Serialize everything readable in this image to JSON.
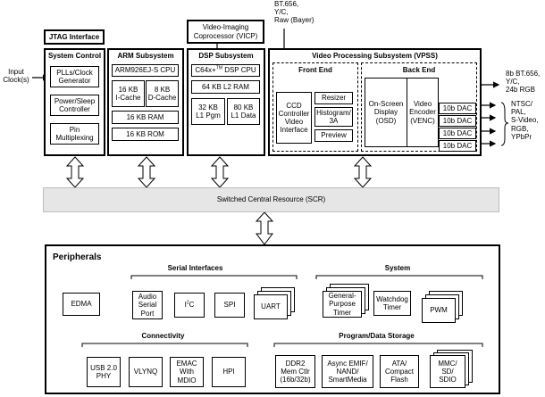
{
  "top_inputs": {
    "bt656_in": "BT.656,",
    "yc_in": "Y/C,",
    "raw_in": "Raw (Bayer)",
    "input_clock_1": "Input",
    "input_clock_2": "Clock(s)"
  },
  "jtag": "JTAG Interface",
  "system_control": {
    "title": "System Control",
    "pll_1": "PLLs/Clock",
    "pll_2": "Generator",
    "power_1": "Power/Sleep",
    "power_2": "Controller",
    "pin_1": "Pin",
    "pin_2": "Multiplexing"
  },
  "arm": {
    "title": "ARM Subsystem",
    "cpu": "ARM926EJ-S CPU",
    "icache_1": "16 KB",
    "icache_2": "I-Cache",
    "dcache_1": "8 KB",
    "dcache_2": "D-Cache",
    "ram": "16 KB RAM",
    "rom": "16 KB ROM"
  },
  "vicp": {
    "line1": "Video-Imaging",
    "line2": "Coprocessor (VICP)"
  },
  "dsp": {
    "title": "DSP Subsystem",
    "cpu_a": "C64x+",
    "cpu_tm": "TM",
    "cpu_b": " DSP CPU",
    "l2": "64 KB L2 RAM",
    "l1p_1": "32 KB",
    "l1p_2": "L1 Pgm",
    "l1d_1": "80 KB",
    "l1d_2": "L1 Data"
  },
  "vpss": {
    "title": "Video Processing Subsystem (VPSS)",
    "front_end": "Front End",
    "back_end": "Back End",
    "ccd_1": "CCD",
    "ccd_2": "Controller",
    "ccd_3": "Video",
    "ccd_4": "Interface",
    "resizer": "Resizer",
    "hist_1": "Histogram/",
    "hist_2": "3A",
    "preview": "Preview",
    "osd_1": "On-Screen",
    "osd_2": "Display",
    "osd_3": "(OSD)",
    "venc_1": "Video",
    "venc_2": "Encoder",
    "venc_3": "(VENC)",
    "dac": "10b DAC"
  },
  "outputs": {
    "digital_1": "8b BT.656,",
    "digital_2": "Y/C,",
    "digital_3": "24b RGB",
    "analog_1": "NTSC/",
    "analog_2": "PAL,",
    "analog_3": "S-Video,",
    "analog_4": "RGB,",
    "analog_5": "YPbPr"
  },
  "scr": "Switched Central Resource (SCR)",
  "peripherals": {
    "title": "Peripherals",
    "edma": "EDMA",
    "serial_title": "Serial Interfaces",
    "audio_1": "Audio",
    "audio_2": "Serial",
    "audio_3": "Port",
    "i2c_a": "I",
    "i2c_sup": "2",
    "i2c_b": "C",
    "spi": "SPI",
    "uart": "UART",
    "system_title": "System",
    "gpt_1": "General-",
    "gpt_2": "Purpose",
    "gpt_3": "Timer",
    "wdt_1": "Watchdog",
    "wdt_2": "Timer",
    "pwm": "PWM",
    "conn_title": "Connectivity",
    "usb_1": "USB 2.0",
    "usb_2": "PHY",
    "vlynq": "VLYNQ",
    "emac_1": "EMAC",
    "emac_2": "With",
    "emac_3": "MDIO",
    "hpi": "HPI",
    "storage_title": "Program/Data Storage",
    "ddr_1": "DDR2",
    "ddr_2": "Mem Ctlr",
    "ddr_3": "(16b/32b)",
    "emif_1": "Async EMIF/",
    "emif_2": "NAND/",
    "emif_3": "SmartMedia",
    "ata_1": "ATA/",
    "ata_2": "Compact",
    "ata_3": "Flash",
    "mmc_1": "MMC/",
    "mmc_2": "SD/",
    "mmc_3": "SDIO"
  }
}
